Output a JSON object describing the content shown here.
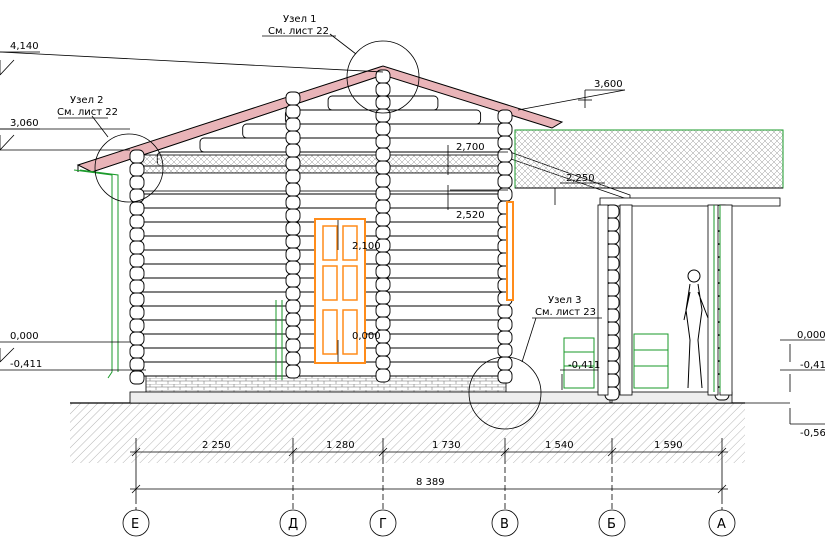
{
  "levels": {
    "ridge": "4,140",
    "porch_top": "3,600",
    "eave": "3,060",
    "beam": "2,700",
    "porch_beam": "2,250",
    "lower_beam": "2,520",
    "door_height": "2,100",
    "floor_door": "0,000",
    "zero_left": "0,000",
    "zero_right": "0,000",
    "plinth_left": "-0,411",
    "plinth_mid": "-0,411",
    "plinth_right": "-0,41",
    "ground_right": "-0,56"
  },
  "nodes": [
    {
      "title": "Узел 1",
      "ref": "См. лист 22"
    },
    {
      "title": "Узел 2",
      "ref": "См. лист 22"
    },
    {
      "title": "Узел 3",
      "ref": "См. лист 23"
    }
  ],
  "dimensions": {
    "spans": [
      "2 250",
      "1 280",
      "1 730",
      "1 540",
      "1 590"
    ],
    "total": "8 389"
  },
  "axes": [
    "Е",
    "Д",
    "Г",
    "В",
    "Б",
    "А"
  ],
  "colors": {
    "roof": "#e9b4b8",
    "green_lines": "#1a9a2a",
    "door": "#ff8c1a",
    "ground_hatch": "#d9d9d9"
  }
}
